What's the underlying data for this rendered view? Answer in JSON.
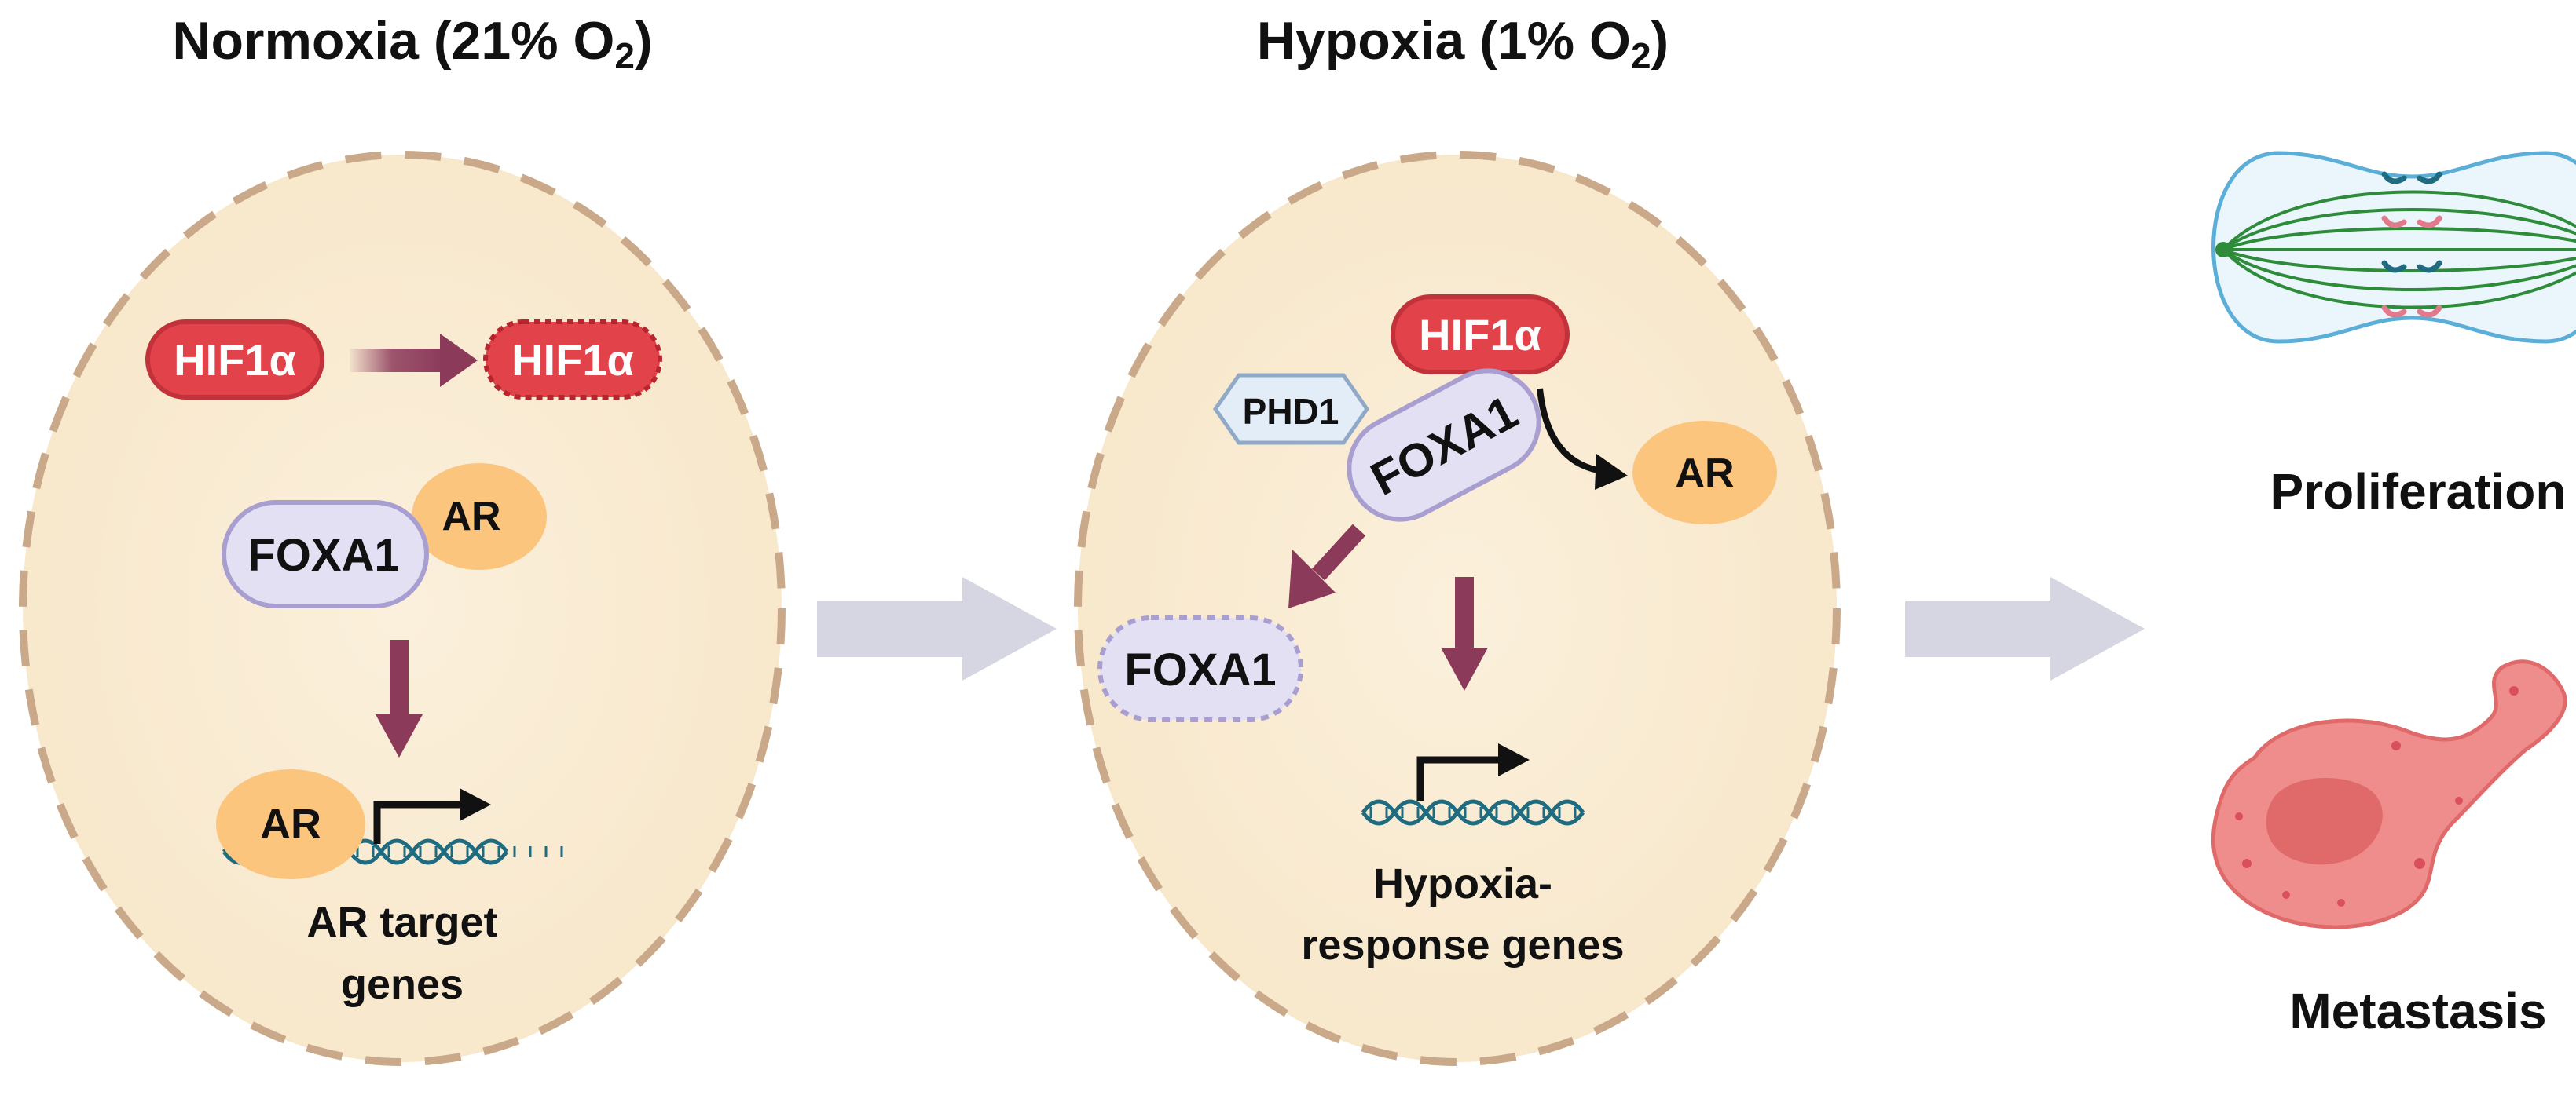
{
  "panels": {
    "normoxia": {
      "title_main": "Normoxia (21% O",
      "title_sub": "2",
      "title_close": ")",
      "hif_label": "HIF1α",
      "hif_degraded_label": "HIF1α",
      "foxa1_label": "FOXA1",
      "ar_label": "AR",
      "ar_dna_label": "AR",
      "target_line1": "AR target",
      "target_line2": "genes"
    },
    "hypoxia": {
      "title_main": "Hypoxia (1% O",
      "title_sub": "2",
      "title_close": ")",
      "hif_label": "HIF1α",
      "phd1_label": "PHD1",
      "foxa1_label": "FOXA1",
      "ar_label": "AR",
      "foxa1_degraded_label": "FOXA1",
      "target_line1": "Hypoxia-",
      "target_line2": "response genes"
    }
  },
  "outcomes": {
    "proliferation": "Proliferation",
    "metastasis": "Metastasis"
  },
  "colors": {
    "cell_fill": "#f9ecd4",
    "cell_border": "#c9a98a",
    "hif": "#e2434a",
    "foxa1_fill": "#e3e0f3",
    "foxa1_border": "#a89ed0",
    "ar": "#fbc57e",
    "arrow_maroon": "#8b3a5a",
    "flow_arrow": "#d5d6e2",
    "dna": "#1f6b80",
    "spindle": "#2e8b3a",
    "metastasis_cell": "#ef8d8d"
  }
}
